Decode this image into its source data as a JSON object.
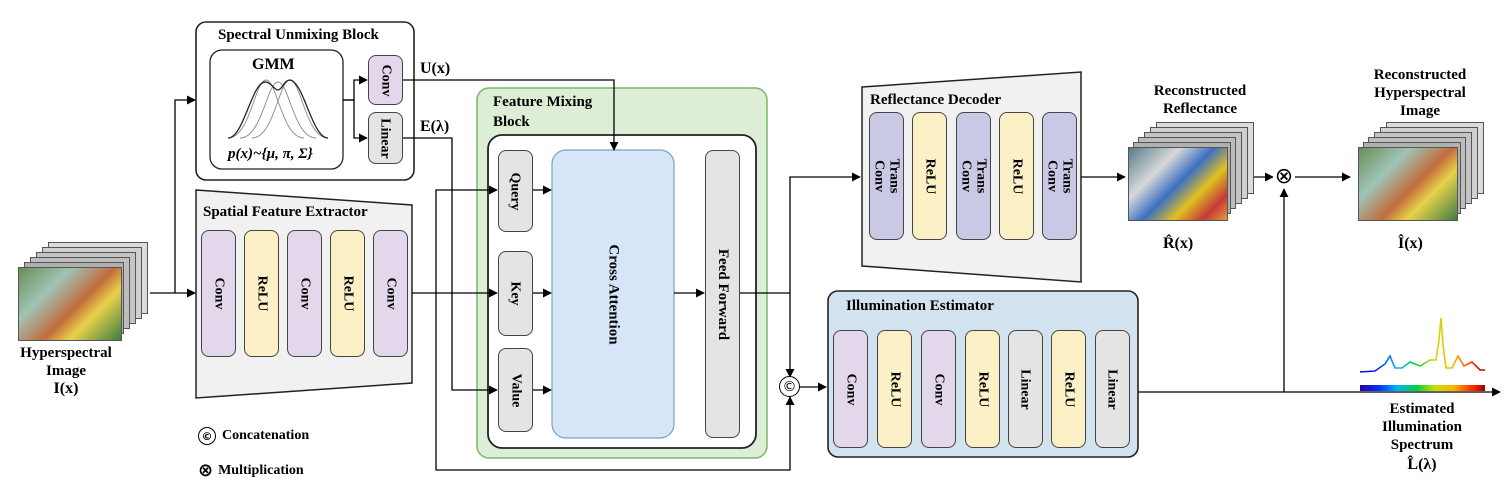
{
  "spectral_unmixing": {
    "title": "Spectral Unmixing Block",
    "gmm_title": "GMM",
    "gmm_formula": "p(x)~{μ, π, Σ}",
    "conv": "Conv",
    "linear": "Linear",
    "u_out": "U(x)",
    "e_out": "E(λ)"
  },
  "spatial_extractor": {
    "title": "Spatial Feature Extractor",
    "layers": [
      "Conv",
      "ReLU",
      "Conv",
      "ReLU",
      "Conv"
    ]
  },
  "feature_mixing": {
    "title_line1": "Feature Mixing",
    "title_line2": "Block",
    "query": "Query",
    "key": "Key",
    "value": "Value",
    "cross_attention": "Cross Attention",
    "feed_forward": "Feed Forward"
  },
  "reflectance_decoder": {
    "title": "Reflectance Decoder",
    "layers": [
      {
        "line1": "Trans",
        "line2": "Conv"
      },
      {
        "line1": "ReLU",
        "line2": ""
      },
      {
        "line1": "Trans",
        "line2": "Conv"
      },
      {
        "line1": "ReLU",
        "line2": ""
      },
      {
        "line1": "Trans",
        "line2": "Conv"
      }
    ]
  },
  "illumination_estimator": {
    "title": "Illumination Estimator",
    "layers": [
      "Conv",
      "ReLU",
      "Conv",
      "ReLU",
      "Linear",
      "ReLU",
      "Linear"
    ]
  },
  "labels": {
    "input_line1": "Hyperspectral",
    "input_line2": "Image",
    "input_math": "I(x)",
    "recon_refl_line1": "Reconstructed",
    "recon_refl_line2": "Reflectance",
    "recon_refl_math": "R̂(x)",
    "recon_hsi_line1": "Reconstructed",
    "recon_hsi_line2": "Hyperspectral",
    "recon_hsi_line3": "Image",
    "recon_hsi_math": "Î(x)",
    "est_illum_line1": "Estimated",
    "est_illum_line2": "Illumination",
    "est_illum_line3": "Spectrum",
    "est_illum_math": "L̂(λ)"
  },
  "legend": {
    "concat_symbol": "©",
    "concat_label": "Concatenation",
    "mult_symbol": "⊗",
    "mult_label": "Multiplication"
  },
  "operators": {
    "concat": "©",
    "mult": "⊗"
  },
  "colors": {
    "purple_layer": "#e3d7ec",
    "yellow_layer": "#fcf1c6",
    "gray_layer": "#e4e4e4",
    "navy_layer": "#c9c9e6",
    "feature_mixing_bg": "#dcefd6",
    "illumination_bg": "#d3e2ef",
    "cross_attention_bg": "#d6e6f8"
  }
}
